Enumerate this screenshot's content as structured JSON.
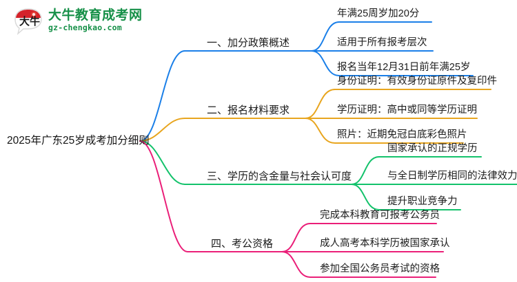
{
  "logo": {
    "mark_alt": "da-niu-logo",
    "title": "大牛教育成考网",
    "subtitle": "gz-chengkao.com",
    "color": "#169048"
  },
  "mindmap": {
    "root": {
      "label": "2025年广东25岁成考加分细则"
    },
    "branches": [
      {
        "label": "一、加分政策概述",
        "color": "#1a7fe8",
        "children": [
          {
            "label": "年满25周岁加20分"
          },
          {
            "label": "适用于所有报考层次"
          },
          {
            "label": "报名当年12月31日前年满25岁"
          }
        ]
      },
      {
        "label": "二、报名材料要求",
        "color": "#e8a51e",
        "children": [
          {
            "label": "身份证明：有效身份证原件及复印件"
          },
          {
            "label": "学历证明：高中或同等学历证明"
          },
          {
            "label": "照片：近期免冠白底彩色照片"
          }
        ]
      },
      {
        "label": "三、学历的含金量与社会认可度",
        "color": "#13c26b",
        "children": [
          {
            "label": "国家承认的正规学历"
          },
          {
            "label": "与全日制学历相同的法律效力"
          },
          {
            "label": "提升职业竞争力"
          }
        ]
      },
      {
        "label": "四、考公资格",
        "color": "#ea1e78",
        "children": [
          {
            "label": "完成本科教育可报考公务员"
          },
          {
            "label": "成人高考本科学历被国家承认"
          },
          {
            "label": "参加全国公务员考试的资格"
          }
        ]
      }
    ]
  }
}
